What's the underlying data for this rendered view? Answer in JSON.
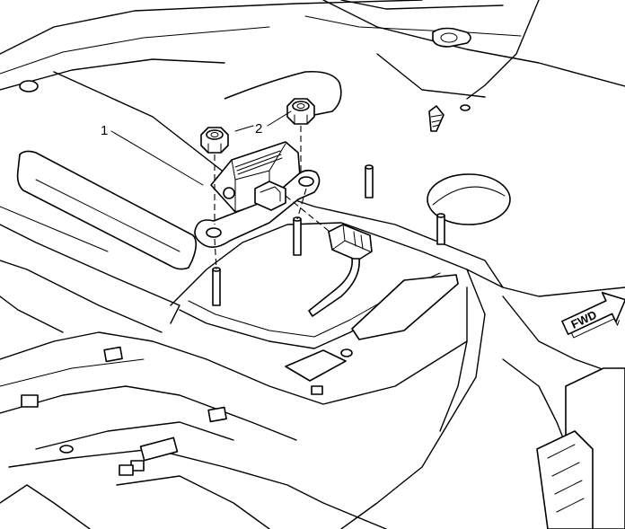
{
  "callouts": {
    "one": "1",
    "two": "2"
  },
  "direction_arrow": {
    "text": "FWD"
  }
}
